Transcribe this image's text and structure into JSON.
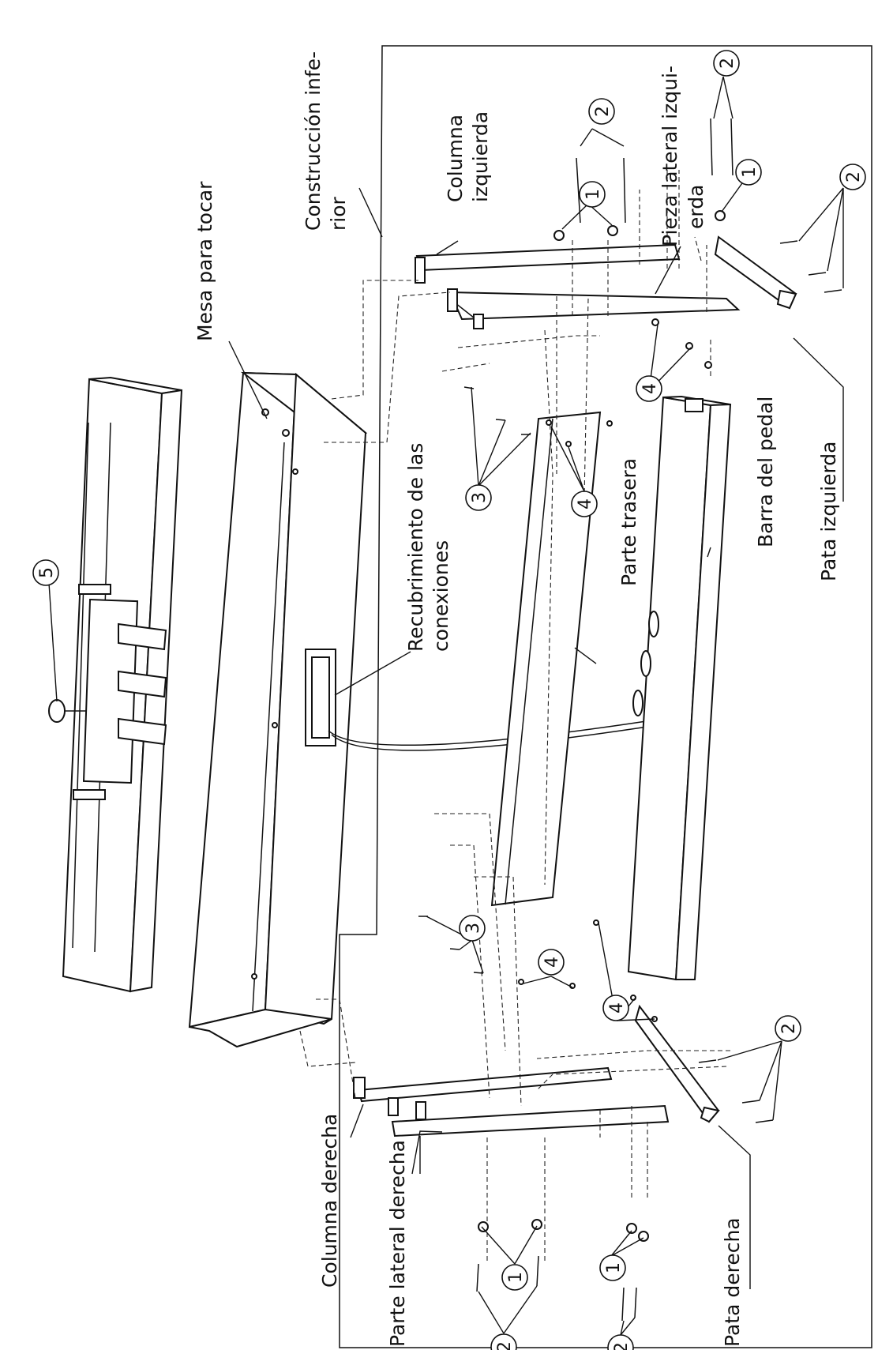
{
  "labels": {
    "mesa": "Mesa para tocar",
    "construccion_1": "Construcción infe-",
    "construccion_2": "rior",
    "columna_izq_1": "Columna",
    "columna_izq_2": "izquierda",
    "pieza_1": "Pieza    lateral    izqui-",
    "pieza_2": "erda",
    "recubrimiento_1": "Recubrimiento     de     las",
    "recubrimiento_2": "conexiones",
    "parte_trasera": "Parte trasera",
    "barra_pedal": "Barra del pedal",
    "pata_izquierda": "Pata izquierda",
    "columna_derecha": "Columna derecha",
    "parte_lateral_derecha": "Parte lateral derecha",
    "pata_derecha": "Pata derecha"
  },
  "callouts": {
    "n1": "1",
    "n2": "2",
    "n3": "3",
    "n4": "4",
    "n5": "5"
  }
}
